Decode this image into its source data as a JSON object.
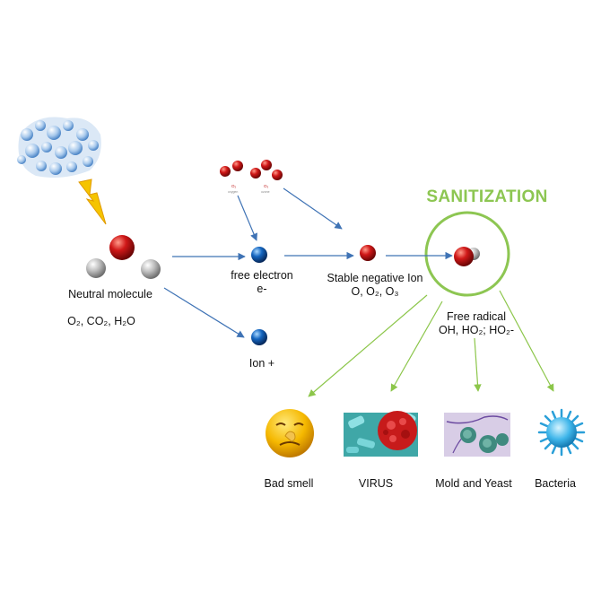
{
  "title": "SANITIZATION",
  "nodes": {
    "neutral_molecule": {
      "label": "Neutral molecule",
      "formula": "O₂, CO₂, H₂O"
    },
    "free_electron": {
      "label": "free electron",
      "symbol": "e-"
    },
    "ion_plus": {
      "label": "Ion +"
    },
    "stable_negative_ion": {
      "label": "Stable negative Ion",
      "formula": "O, O₂, O₃"
    },
    "free_radical": {
      "label": "Free radical",
      "formula": "OH, HO₂; HO₂-"
    }
  },
  "targets": [
    "Bad smell",
    "VIRUS",
    "Mold and Yeast",
    "Bacteria"
  ],
  "colors": {
    "arrow_blue": "#3f73b5",
    "arrow_green": "#8cc64a",
    "circle_green": "#8dc652",
    "title_green": "#8dc652",
    "oxygen_red": "#d01818",
    "electron_blue": "#1566c0",
    "lightning_yellow": "#f5c400"
  },
  "icons": [
    "water-droplets-icon",
    "lightning-bolt-icon",
    "water-molecule-icon",
    "oxygen-molecules-icon",
    "electron-sphere-icon",
    "ion-sphere-icon",
    "negative-ion-sphere-icon",
    "radical-molecule-icon",
    "bad-smell-emoji-icon",
    "virus-icon",
    "mold-yeast-icon",
    "bacteria-icon"
  ]
}
